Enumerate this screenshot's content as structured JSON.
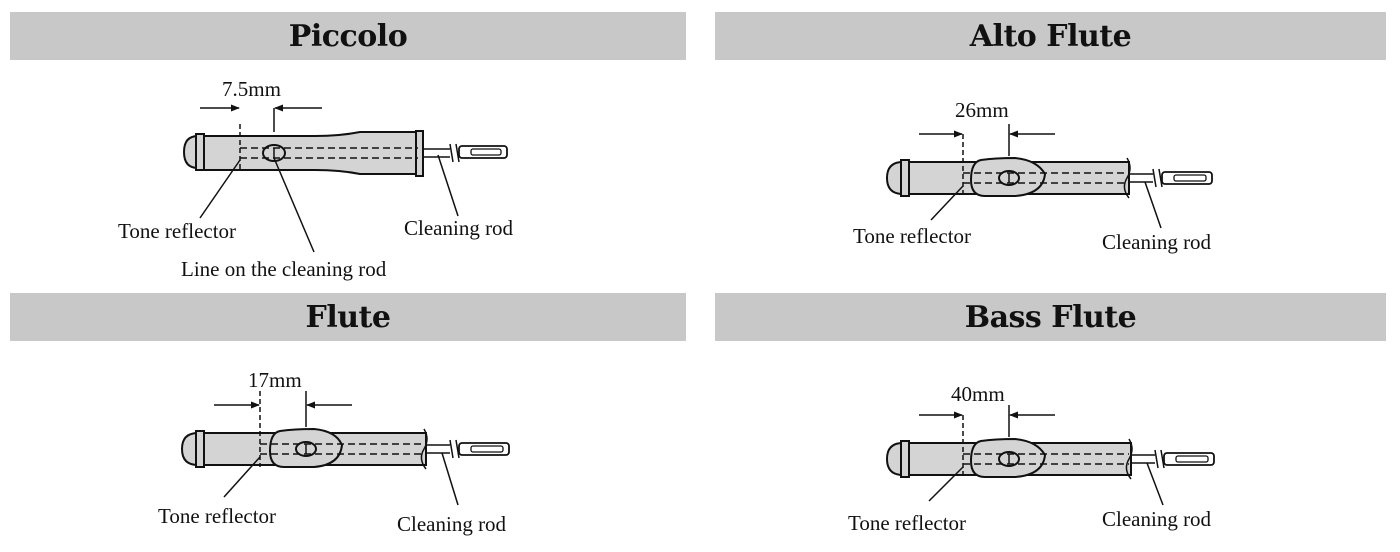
{
  "panels": {
    "piccolo": {
      "title": "Piccolo",
      "measurement": "7.5mm",
      "labels": {
        "tone_reflector": "Tone reflector",
        "cleaning_rod": "Cleaning rod",
        "line_on_rod": "Line on the cleaning rod"
      }
    },
    "alto_flute": {
      "title": "Alto Flute",
      "measurement": "26mm",
      "labels": {
        "tone_reflector": "Tone reflector",
        "cleaning_rod": "Cleaning rod"
      }
    },
    "flute": {
      "title": "Flute",
      "measurement": "17mm",
      "labels": {
        "tone_reflector": "Tone reflector",
        "cleaning_rod": "Cleaning rod"
      }
    },
    "bass_flute": {
      "title": "Bass Flute",
      "measurement": "40mm",
      "labels": {
        "tone_reflector": "Tone reflector",
        "cleaning_rod": "Cleaning rod"
      }
    }
  },
  "colors": {
    "header_bg": "#c8c8c8",
    "body_fill": "#d4d4d4",
    "stroke": "#111111"
  }
}
